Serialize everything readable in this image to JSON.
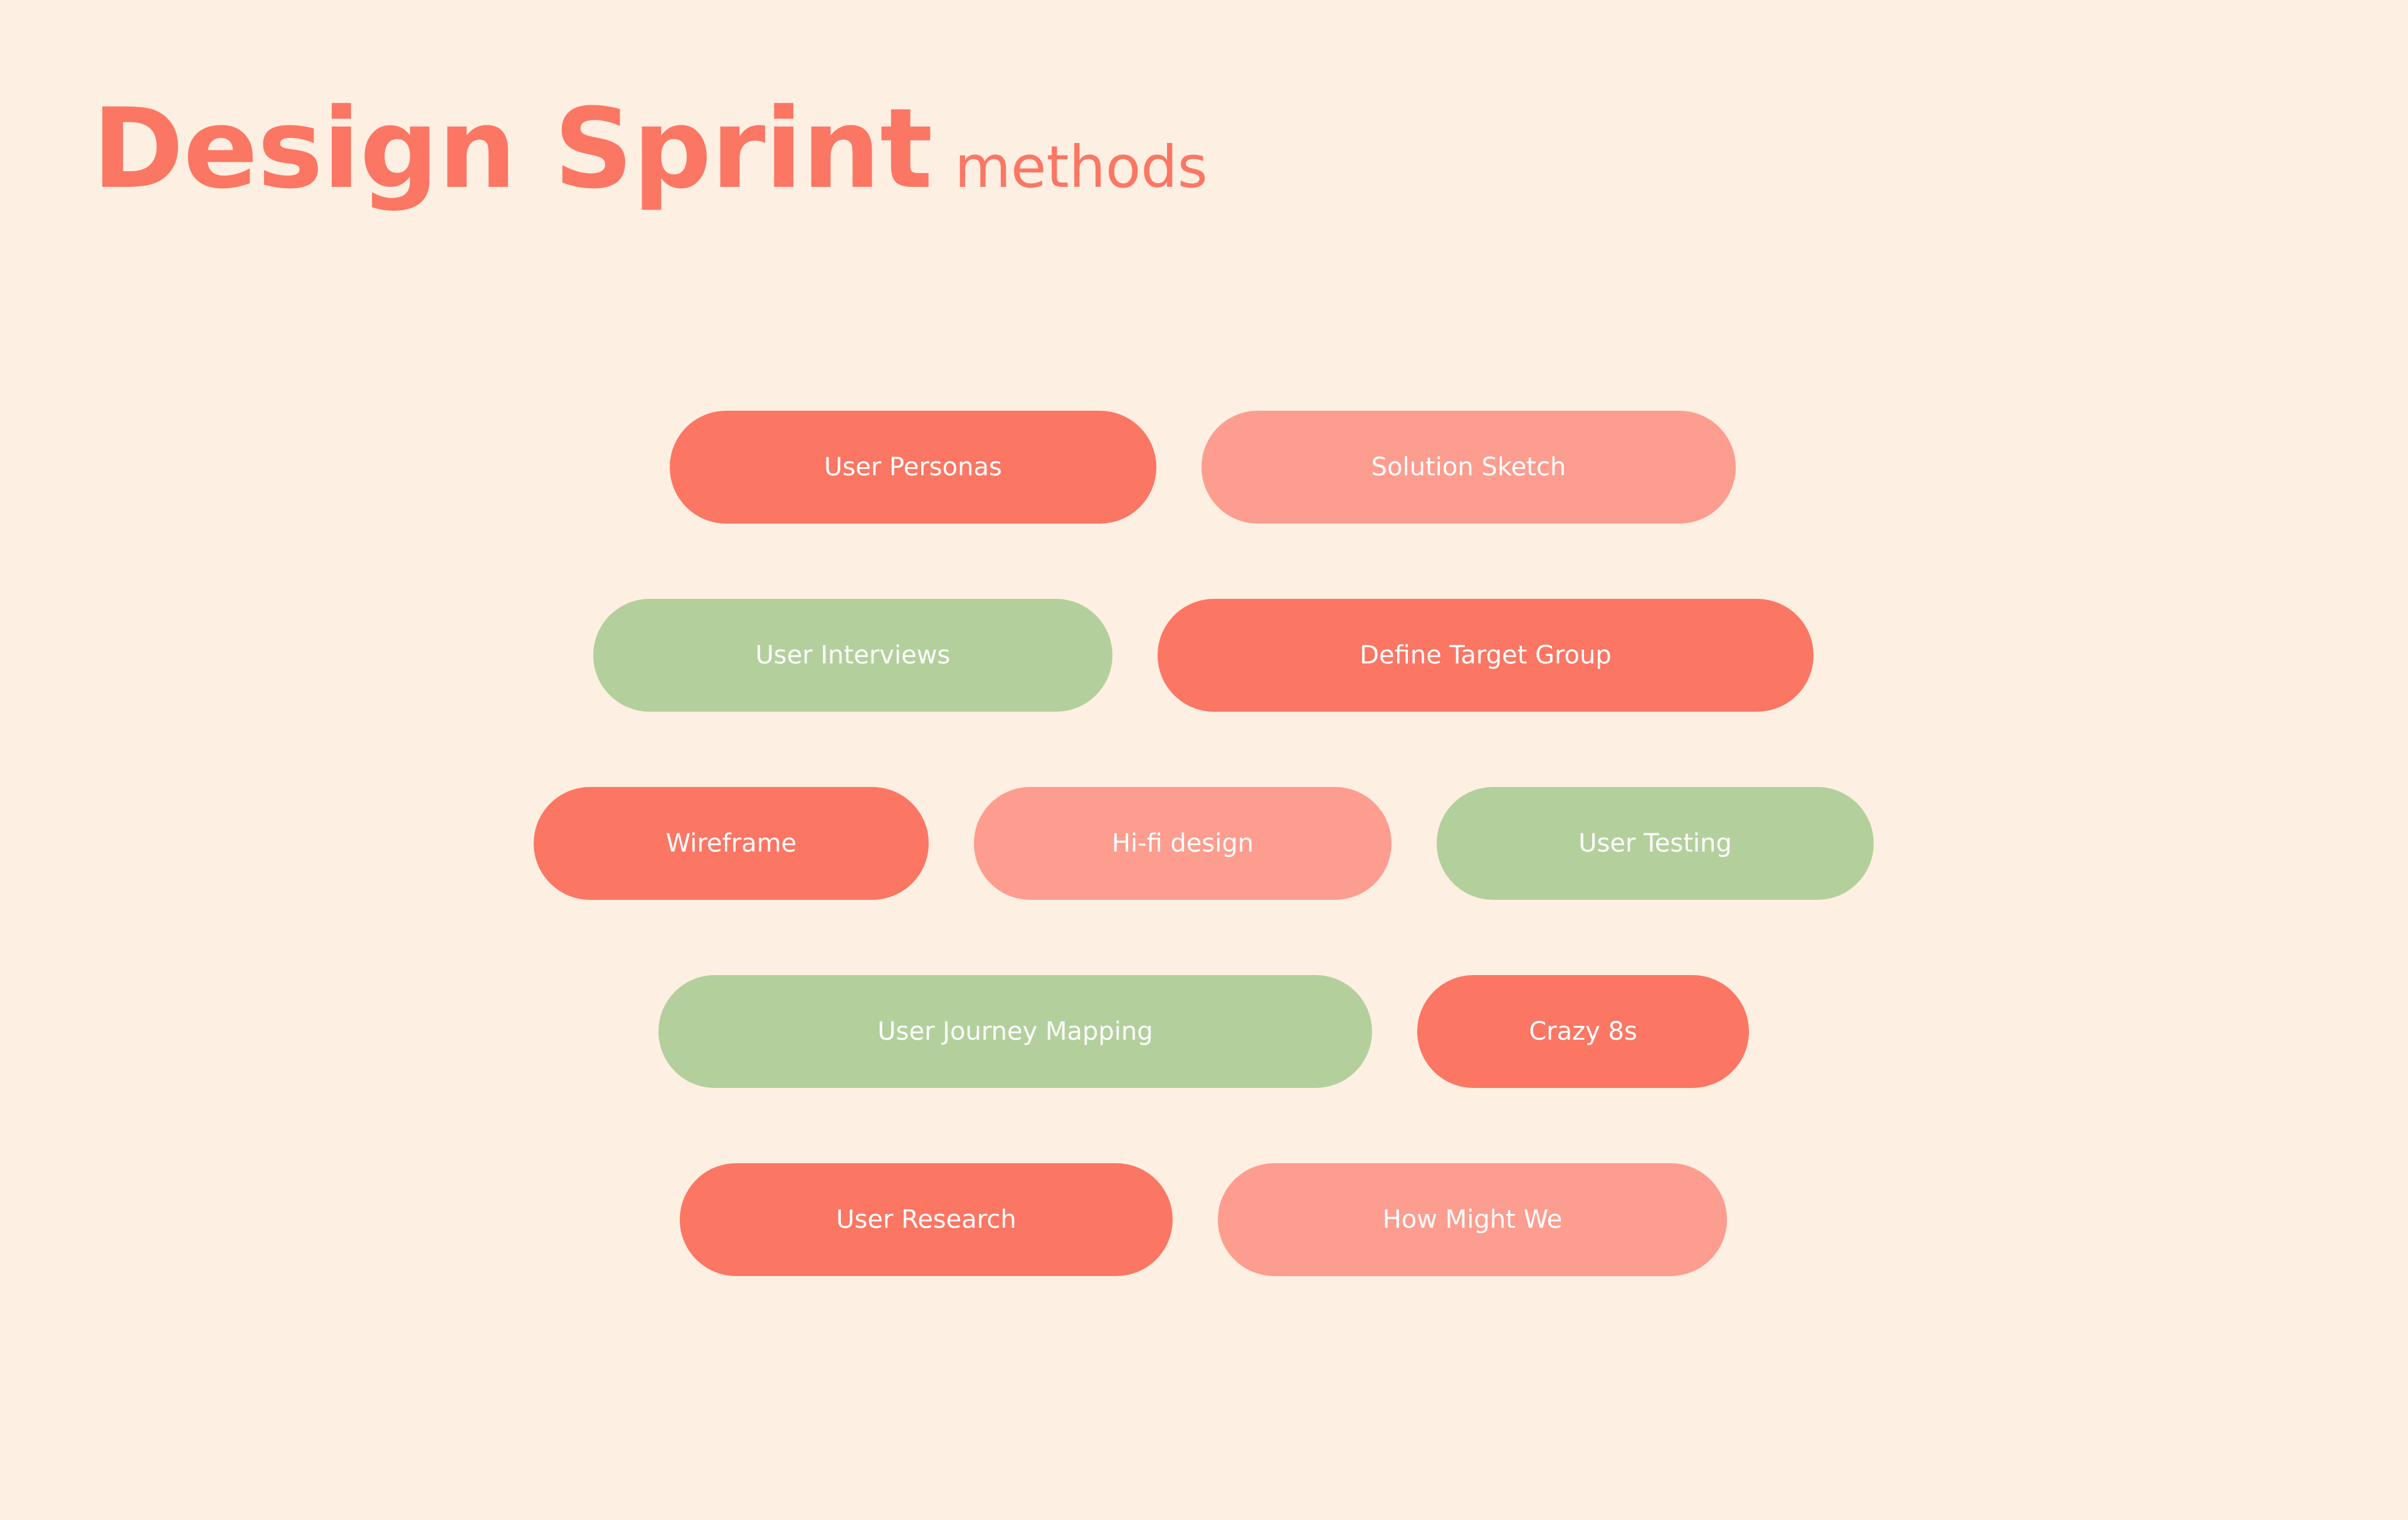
{
  "title": {
    "main": "Design Sprint",
    "sub": "methods"
  },
  "colors": {
    "background": "#FDEFE1",
    "coral": "#FC7664",
    "salmon": "#FD9D8F",
    "green": "#B3D09C"
  },
  "methods": [
    {
      "label": "User Personas",
      "color": "coral"
    },
    {
      "label": "Solution Sketch",
      "color": "salmon"
    },
    {
      "label": "User Interviews",
      "color": "green"
    },
    {
      "label": "Define Target Group",
      "color": "coral"
    },
    {
      "label": "Wireframe",
      "color": "coral"
    },
    {
      "label": "Hi-fi design",
      "color": "salmon"
    },
    {
      "label": "User Testing",
      "color": "green"
    },
    {
      "label": "User Journey Mapping",
      "color": "green"
    },
    {
      "label": "Crazy 8s",
      "color": "coral"
    },
    {
      "label": "User Research",
      "color": "coral"
    },
    {
      "label": "How Might We",
      "color": "salmon"
    }
  ]
}
